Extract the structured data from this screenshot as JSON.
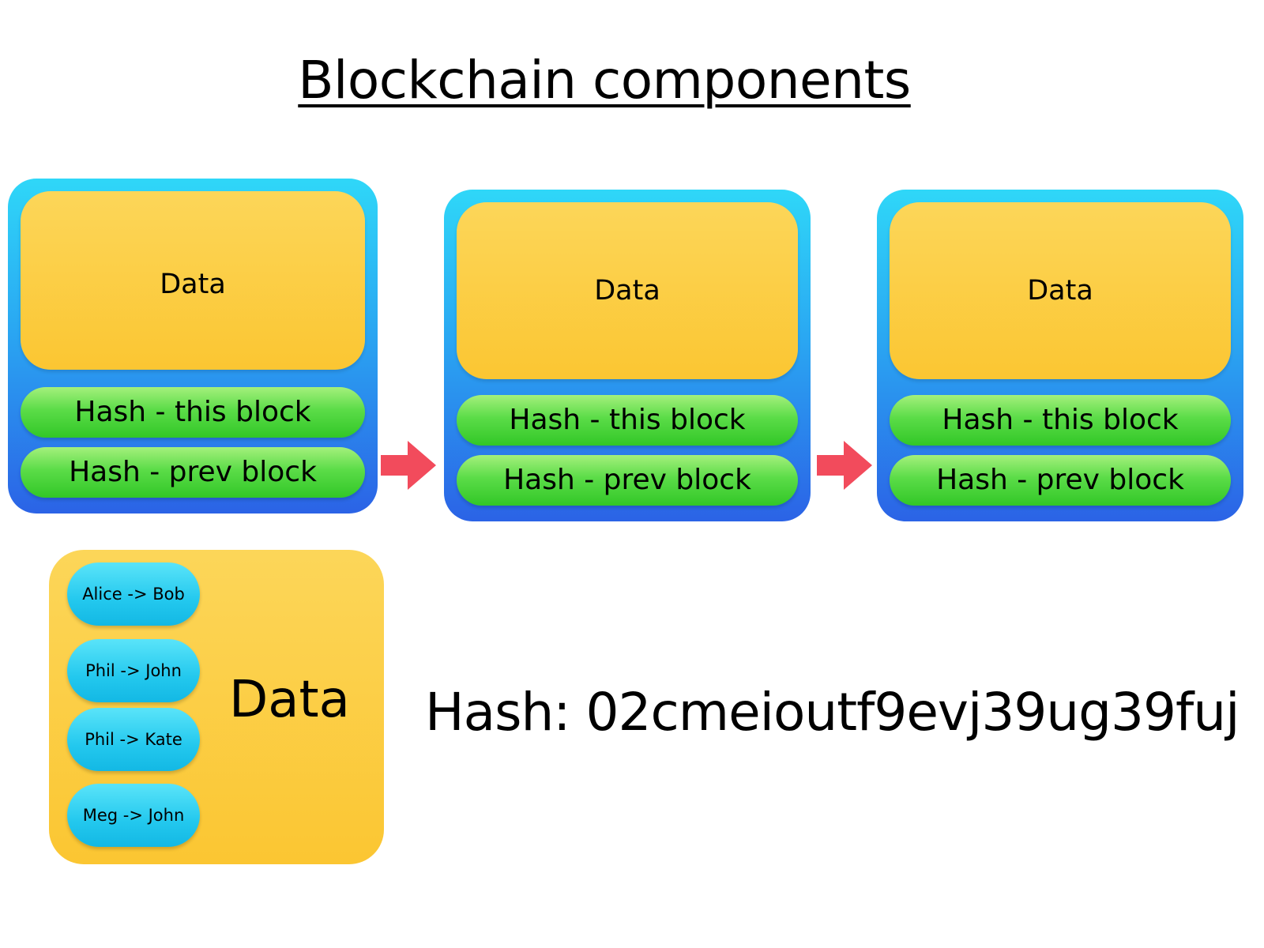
{
  "title": "Blockchain components",
  "blocks": [
    {
      "data_label": "Data",
      "hash_this": "Hash - this block",
      "hash_prev": "Hash - prev block"
    },
    {
      "data_label": "Data",
      "hash_this": "Hash - this block",
      "hash_prev": "Hash - prev block"
    },
    {
      "data_label": "Data",
      "hash_this": "Hash - this block",
      "hash_prev": "Hash - prev block"
    }
  ],
  "data_detail": {
    "label": "Data",
    "transactions": [
      "Alice -> Bob",
      "Phil -> John",
      "Phil -> Kate",
      "Meg -> John"
    ]
  },
  "hash_example": "Hash: 02cmeioutf9evj39ug39fuj",
  "colors": {
    "block_blue_top": "#2fd7f8",
    "block_blue_bottom": "#2b63e6",
    "data_yellow": "#fbc632",
    "hash_green": "#5bdc48",
    "tx_cyan": "#23c8ee",
    "arrow_red": "#f24b5c"
  }
}
